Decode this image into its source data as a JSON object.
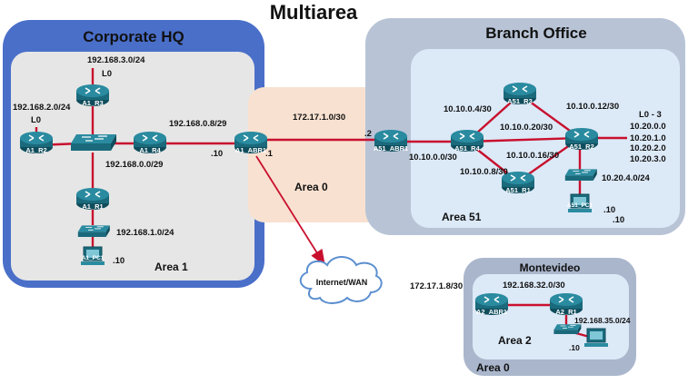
{
  "title": "Multiarea",
  "regions": {
    "corporate": "Corporate HQ",
    "branch": "Branch Office",
    "montevideo": "Montevideo"
  },
  "areas": {
    "area1": "Area 1",
    "area0_center": "Area 0",
    "area51": "Area 51",
    "area2": "Area 2",
    "area0_bottom": "Area 0"
  },
  "devices": {
    "a1_r3": "A1_R3",
    "a1_r2": "A1_R2",
    "a1_r4": "A1_R4",
    "a1_r1": "A1_R1",
    "a1_pc1": "A1_PC1",
    "a1_abr1": "A1_ABR1",
    "a51_abr1": "A51_ABR1",
    "a51_r4": "A51_R4",
    "a51_r3": "A51_R3",
    "a51_r2": "A51_R2",
    "a51_r1": "A51_R1",
    "a51_pc1": "A51_PC1",
    "a2_abr1": "A2_ABR1",
    "a2_r1": "A2_R1"
  },
  "cloud": "Internet/WAN",
  "labels": {
    "net_192_168_3": "192.168.3.0/24",
    "l0_r3": "L0",
    "net_192_168_2": "192.168.2.0/24",
    "l0_r2": "L0",
    "net_192_168_0_8": "192.168.0.8/29",
    "net_192_168_0_0": "192.168.0.0/29",
    "net_192_168_1": "192.168.1.0/24",
    "pc1_host": ".10",
    "abr1_left_host": ".10",
    "abr1_right_host": ".1",
    "net_172_17_1": "172.17.1.0/30",
    "a51abr_host": ".2",
    "net_10_10_0_4": "10.10.0.4/30",
    "net_10_10_0_12": "10.10.0.12/30",
    "net_10_10_0_20": "10.10.0.20/30",
    "net_10_10_0_0": "10.10.0.0/30",
    "net_10_10_0_16": "10.10.0.16/30",
    "net_10_10_0_8": "10.10.0.8/30",
    "l0_3": "L0 - 3",
    "net_10_20_0": "10.20.0.0",
    "net_10_20_1": "10.20.1.0",
    "net_10_20_2": "10.20.2.0",
    "net_10_20_3": "10.20.3.0",
    "net_10_20_4": "10.20.4.0/24",
    "a51pc_host": ".10",
    "a51_r2_host": ".10",
    "net_172_17_1_8": "172.17.1.8/30",
    "net_192_168_32": "192.168.32.0/30",
    "net_192_168_35": "192.168.35.0/24",
    "a2_pc_host": ".10"
  },
  "colors": {
    "corporate_bg": "#4a6fc9",
    "area1_bg": "#e6e6e6",
    "area0_bg": "#f8e1d0",
    "branch_bg": "#b8c4d6",
    "area51_bg": "#dce9f7",
    "montevideo_bg": "#aab6cc",
    "router": "#1f6f82",
    "link": "#c8102e"
  }
}
